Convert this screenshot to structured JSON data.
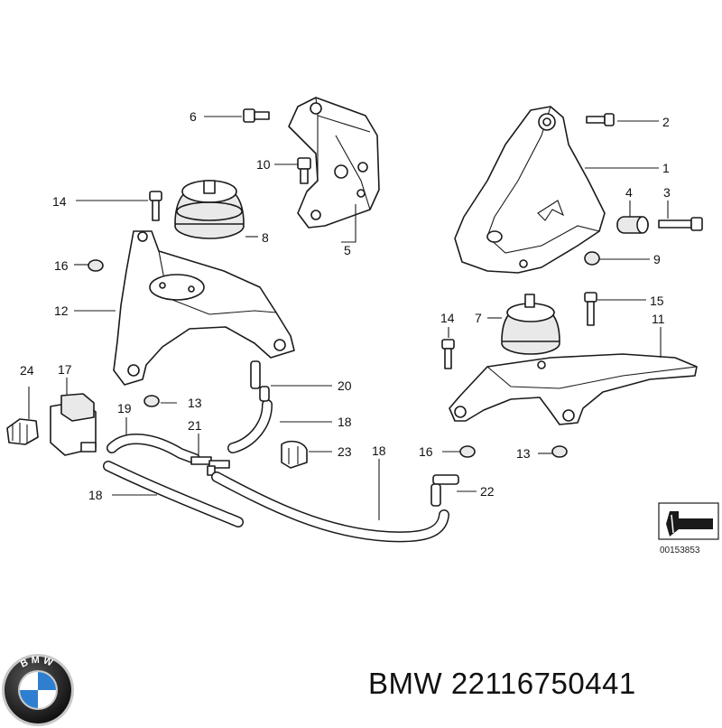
{
  "diagram": {
    "callouts": {
      "c1": "1",
      "c2": "2",
      "c3": "3",
      "c4": "4",
      "c5": "5",
      "c6": "6",
      "c7": "7",
      "c8": "8",
      "c9": "9",
      "c10": "10",
      "c11": "11",
      "c12": "12",
      "c13a": "13",
      "c13b": "13",
      "c14a": "14",
      "c14b": "14",
      "c15": "15",
      "c16a": "16",
      "c16b": "16",
      "c17": "17",
      "c18a": "18",
      "c18b": "18",
      "c18c": "18",
      "c19": "19",
      "c20": "20",
      "c21": "21",
      "c22": "22",
      "c23": "23",
      "c24": "24"
    },
    "reference_code": "00153853"
  },
  "brand": {
    "title": "BMW 22116750441",
    "logo_text": "BMW",
    "colors": {
      "blue": "#2f7fd0",
      "ring": "#1c1c1c",
      "white": "#ffffff",
      "silver": "#c8c8c8"
    }
  }
}
